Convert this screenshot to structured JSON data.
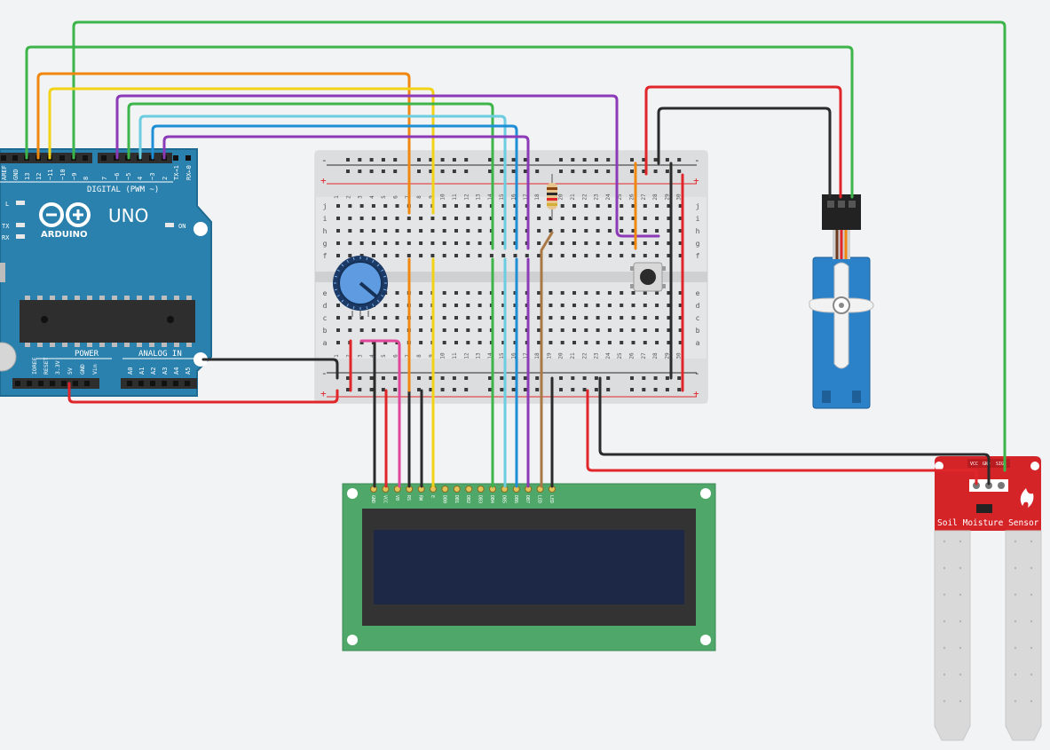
{
  "arduino": {
    "brand": "ARDUINO",
    "model": "UNO",
    "digital_label": "DIGITAL (PWM ~)",
    "power_label": "POWER",
    "analog_label": "ANALOG IN",
    "on_label": "ON",
    "l_label": "L",
    "tx_label": "TX",
    "rx_label": "RX",
    "top_pins": [
      "AREF",
      "GND",
      "13",
      "12",
      "~11",
      "~10",
      "~9",
      "8",
      "7",
      "~6",
      "~5",
      "4",
      "~3",
      "2",
      "TX→1",
      "RX←0"
    ],
    "power_pins": [
      "IOREF",
      "RESET",
      "3.3V",
      "5V",
      "GND",
      "Vin"
    ],
    "analog_pins": [
      "A0",
      "A1",
      "A2",
      "A3",
      "A4",
      "A5"
    ]
  },
  "breadboard": {
    "rail_minus": "-",
    "rail_plus": "+",
    "row_letters_top": [
      "j",
      "i",
      "h",
      "g",
      "f"
    ],
    "row_letters_bottom": [
      "e",
      "d",
      "c",
      "b",
      "a"
    ],
    "columns": [
      "1",
      "2",
      "3",
      "4",
      "5",
      "6",
      "7",
      "8",
      "9",
      "10",
      "11",
      "12",
      "13",
      "14",
      "15",
      "16",
      "17",
      "18",
      "19",
      "20",
      "21",
      "22",
      "23",
      "24",
      "25",
      "26",
      "27",
      "28",
      "29",
      "30"
    ]
  },
  "lcd": {
    "pins": [
      "GND",
      "VCC",
      "V0",
      "RS",
      "RW",
      "E",
      "DB0",
      "DB1",
      "DB2",
      "DB3",
      "DB4",
      "DB5",
      "DB6",
      "DB7",
      "LED",
      "LED"
    ]
  },
  "moisture_sensor": {
    "title": "Soil Moisture Sensor",
    "pins": [
      "VCC",
      "GND",
      "SIG"
    ]
  },
  "wire_colors": {
    "green": "#3db54a",
    "orange": "#f0870f",
    "yellow": "#f2d216",
    "purple": "#8c3ab8",
    "cyan": "#6ccce0",
    "blue": "#1e8fd6",
    "red": "#e0262a",
    "black": "#2b2b2b",
    "brown": "#a87845",
    "pink": "#e0469a"
  }
}
